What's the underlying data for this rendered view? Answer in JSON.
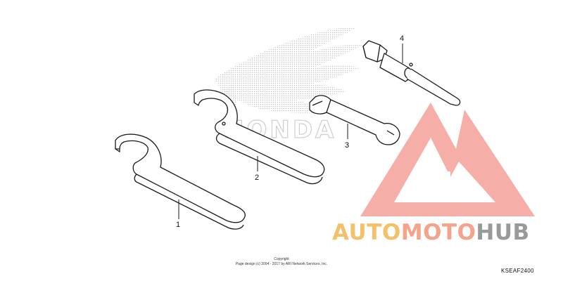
{
  "parts": [
    {
      "number": "1"
    },
    {
      "number": "2"
    },
    {
      "number": "3"
    },
    {
      "number": "4"
    }
  ],
  "background_brand_word": "HONDA",
  "copyright": {
    "line1": "Copyright",
    "line2": "Page design (c) 2004 - 2017 by ARI Network Services, Inc."
  },
  "figure_code": "KSEAF2400",
  "watermark": {
    "part1": "AUTO",
    "part2": "MOTO",
    "part3": "HUB",
    "colors": {
      "auto": "#f5c06a",
      "moto": "#f3a48a",
      "hub": "#9a9a9a",
      "logo": "#f08a80"
    }
  },
  "colors": {
    "line": "#1a1a1a",
    "dots": "#bdbdbd"
  }
}
